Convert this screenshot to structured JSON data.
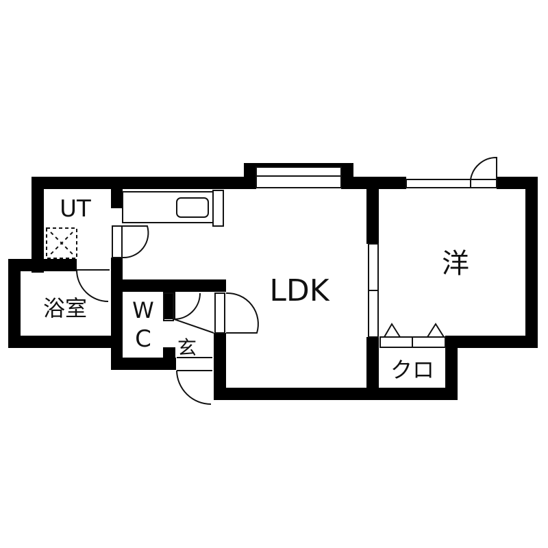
{
  "floor_plan": {
    "rooms": {
      "ut": "UT",
      "bath": "浴室",
      "wc_top": "W",
      "wc_bottom": "C",
      "entrance": "玄",
      "ldk": "LDK",
      "western": "洋",
      "closet": "クロ"
    },
    "colors": {
      "wall": "#000000",
      "background": "#ffffff",
      "line": "#111111"
    }
  }
}
